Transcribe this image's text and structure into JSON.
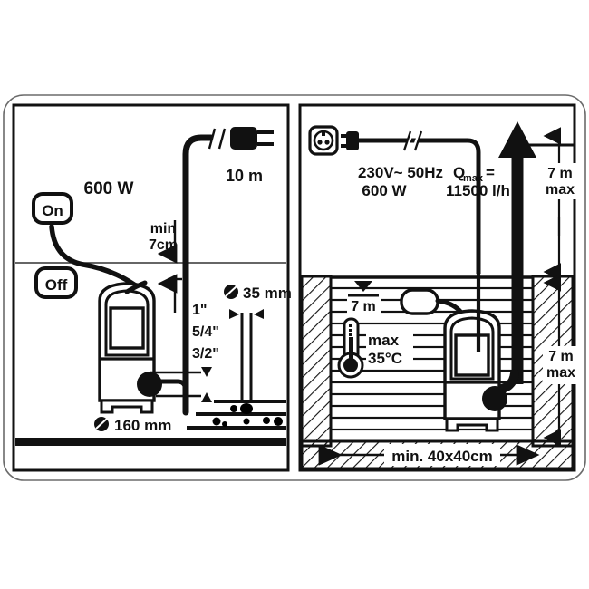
{
  "diagram": {
    "title": "Submersible pump installation diagram",
    "colors": {
      "ink": "#111111",
      "frame": "#6b6b6b",
      "background": "#ffffff",
      "water_line": "#3a3a3a"
    },
    "panels": [
      {
        "id": "left",
        "name": "flat-suction-installation",
        "labels": {
          "power": "600 W",
          "cable_length": "10 m",
          "switch_on": "On",
          "switch_off": "Off",
          "min_level_line1": "min",
          "min_level_line2": "7cm",
          "pipe_size_1": "1\"",
          "pipe_size_2": "5/4\"",
          "pipe_size_3": "3/2\"",
          "hose_diameter": "35 mm",
          "pump_diameter": "160 mm",
          "diameter_symbol": "Ø"
        },
        "icons": {
          "plug": "power-plug-icon",
          "float_on": "float-switch-on-icon",
          "float_off": "float-switch-off-icon",
          "pump": "submersible-pump-icon",
          "gravel": "gravel-bed-icon",
          "diameter_pump": "diameter-symbol-icon",
          "diameter_hose": "diameter-symbol-icon"
        }
      },
      {
        "id": "right",
        "name": "pit-sump-installation",
        "labels": {
          "voltage": "230V~ 50Hz",
          "power": "600 W",
          "qmax_prefix": "Q",
          "qmax_sub": "max",
          "qmax_eq": "=",
          "qmax_value": "11500 l/h",
          "head_top_line1": "7 m",
          "head_top_line2": "max",
          "head_bottom_line1": "7 m",
          "head_bottom_line2": "max",
          "immersion_depth": "7 m",
          "temp_max_line1": "max",
          "temp_max_line2_num": "35",
          "temp_max_line2_unit": "°C",
          "temp_max_line2": "35°C",
          "pit_size": "min. 40x40cm"
        },
        "icons": {
          "socket": "wall-socket-icon",
          "plug": "power-plug-icon",
          "thermometer": "thermometer-icon",
          "water_surface": "water-level-triangle-icon",
          "float": "float-switch-icon",
          "pump": "submersible-pump-icon",
          "flow_arrow": "discharge-flow-arrow-icon",
          "hatching": "masonry-hatch-icon"
        }
      }
    ]
  }
}
